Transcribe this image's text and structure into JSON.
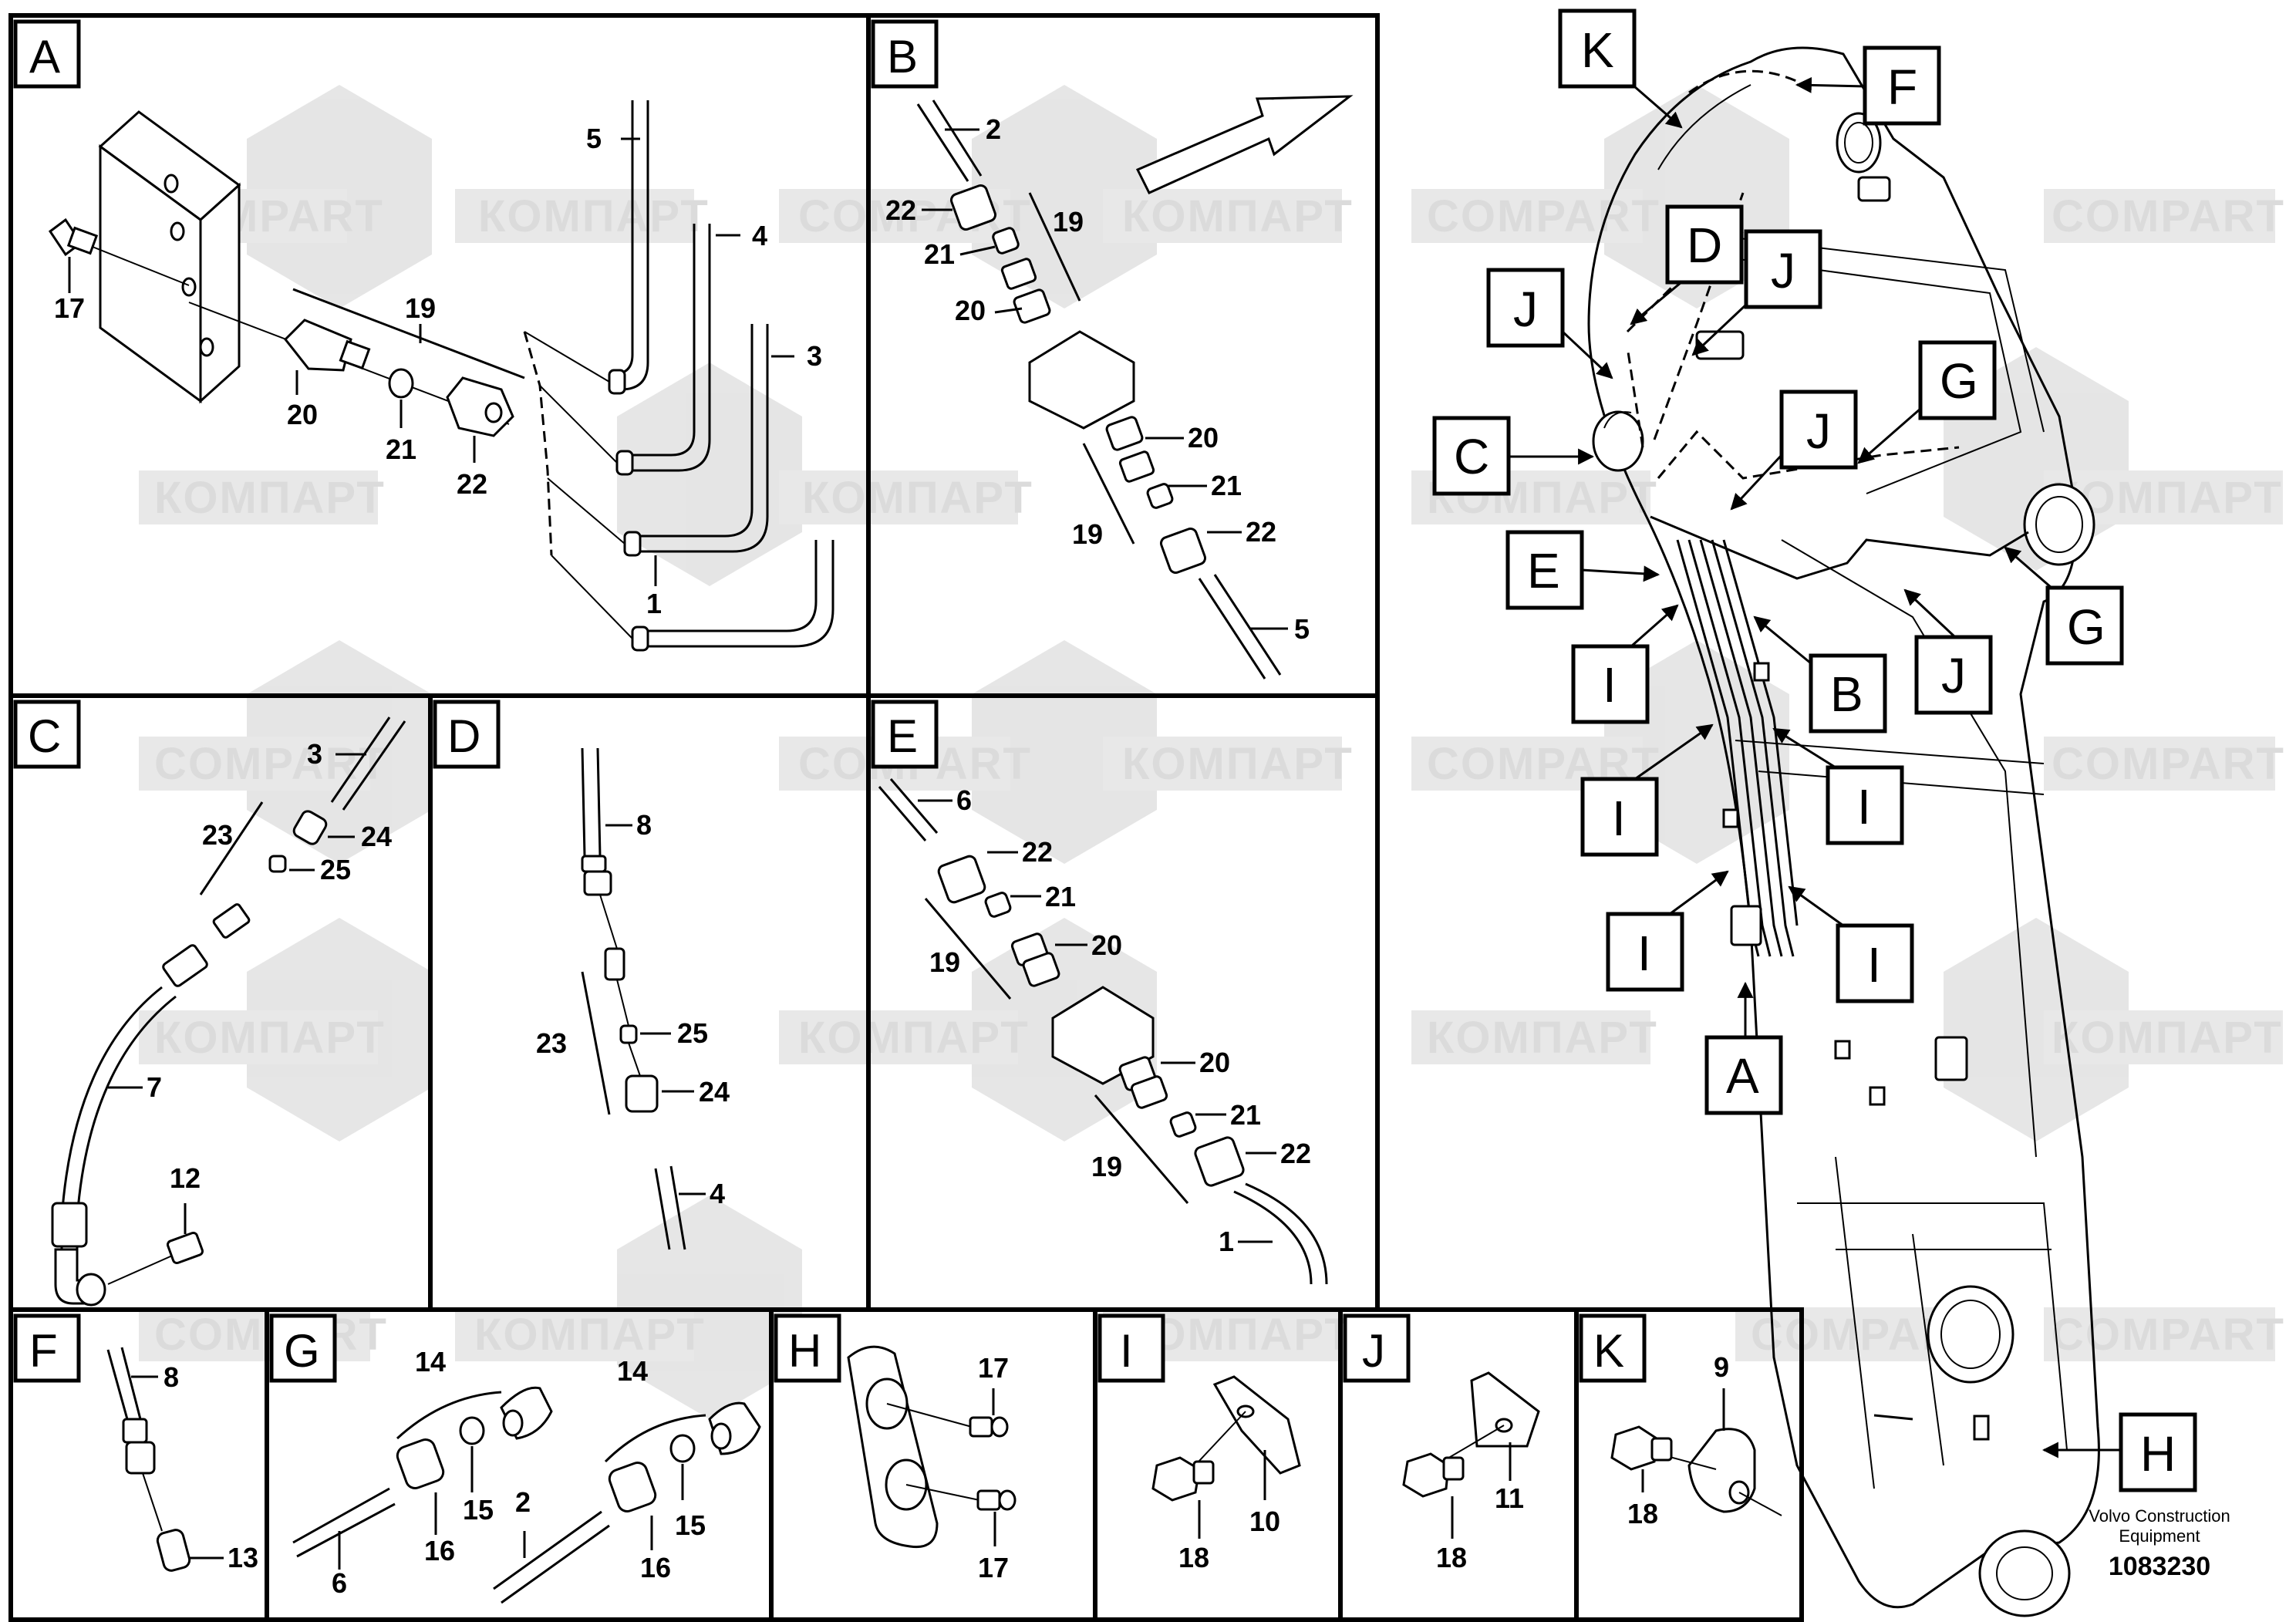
{
  "watermark": {
    "latin": "COMPART",
    "cyrillic": "КОМПАРТ"
  },
  "panels": {
    "A": {
      "label": "A",
      "parts": {
        "p17": "17",
        "p19": "19",
        "p20": "20",
        "p21": "21",
        "p22": "22",
        "p5": "5",
        "p4": "4",
        "p3": "3",
        "p1": "1"
      }
    },
    "B": {
      "label": "B",
      "parts": {
        "p2": "2",
        "p22a": "22",
        "p19a": "19",
        "p21a": "21",
        "p20a": "20",
        "p20b": "20",
        "p21b": "21",
        "p19b": "19",
        "p22b": "22",
        "p5": "5"
      }
    },
    "C": {
      "label": "C",
      "parts": {
        "p3": "3",
        "p23": "23",
        "p24": "24",
        "p25": "25",
        "p7": "7",
        "p12": "12"
      }
    },
    "D": {
      "label": "D",
      "parts": {
        "p8": "8",
        "p23": "23",
        "p25": "25",
        "p24": "24",
        "p4": "4"
      }
    },
    "E": {
      "label": "E",
      "parts": {
        "p6": "6",
        "p22a": "22",
        "p21a": "21",
        "p19a": "19",
        "p20a": "20",
        "p20b": "20",
        "p21b": "21",
        "p19b": "19",
        "p22b": "22",
        "p1": "1"
      }
    },
    "F": {
      "label": "F",
      "parts": {
        "p8": "8",
        "p13": "13"
      }
    },
    "G": {
      "label": "G",
      "parts": {
        "p14a": "14",
        "p14b": "14",
        "p15a": "15",
        "p15b": "15",
        "p16a": "16",
        "p16b": "16",
        "p6": "6",
        "p2": "2"
      }
    },
    "H": {
      "label": "H",
      "parts": {
        "p17a": "17",
        "p17b": "17"
      }
    },
    "I": {
      "label": "I",
      "parts": {
        "p18": "18",
        "p10": "10"
      }
    },
    "J": {
      "label": "J",
      "parts": {
        "p18": "18",
        "p11": "11"
      }
    },
    "K": {
      "label": "K",
      "parts": {
        "p9": "9",
        "p18": "18"
      }
    }
  },
  "overview": {
    "callouts": {
      "K": "K",
      "F": "F",
      "D": "D",
      "J1": "J",
      "J2": "J",
      "J3": "J",
      "G1": "G",
      "C": "C",
      "E": "E",
      "I1": "I",
      "B": "B",
      "J4": "J",
      "G2": "G",
      "I2": "I",
      "I3": "I",
      "I4": "I",
      "I5": "I",
      "A": "A",
      "H": "H"
    }
  },
  "footer": {
    "company_line1": "Volvo Construction",
    "company_line2": "Equipment",
    "drawing_number": "1083230"
  }
}
